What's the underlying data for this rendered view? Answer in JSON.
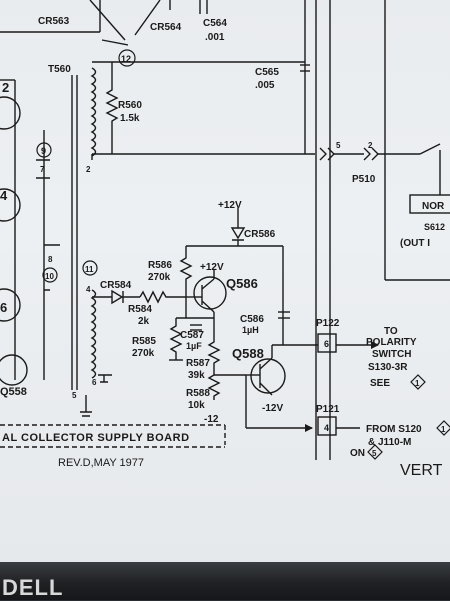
{
  "components": {
    "cr563": "CR563",
    "cr564": "CR564",
    "c564": "C564",
    "c564_value": ".001",
    "node_12": "12",
    "c565": "C565",
    "c565_value": ".005",
    "t560": "T560",
    "r560": "R560",
    "r560_value": "1.5k",
    "t560_pin_2": "2",
    "left_fragment_2": "2",
    "left_fragment_4": "4",
    "left_fragment_6": "6",
    "node_9": "9",
    "pin_7": "7",
    "pin_8": "8",
    "node_10": "10",
    "node_11": "11",
    "pin_4": "4",
    "pin_6": "6",
    "pin_5": "5",
    "cr584": "CR584",
    "r584": "R584",
    "r584_value": "2k",
    "r586": "R586",
    "r586_value": "270k",
    "plus_12v_top": "+12V",
    "cr586": "CR586",
    "plus_12v_q586": "+12V",
    "q586": "Q586",
    "c587": "C587",
    "c587_value": "1µF",
    "r585": "R585",
    "r585_value": "270k",
    "r587": "R587",
    "r587_value": "39k",
    "r588": "R588",
    "r588_value": "10k",
    "minus_12": "-12",
    "c586": "C586",
    "c586_value": "1µH",
    "q588": "Q588",
    "minus_12v": "-12V",
    "q558": "Q558",
    "p122": "P122",
    "p122_pin": "6",
    "p121": "P121",
    "p121_pin": "4",
    "p510": "P510",
    "p510_pin_5": "5",
    "p510_pin_2": "2",
    "s612_partial": "NOR",
    "s612_label": "S612",
    "out_label": "(OUT I"
  },
  "annotations": {
    "to_polarity_1": "TO",
    "to_polarity_2": "POLARITY",
    "to_polarity_3": "SWITCH",
    "to_polarity_4": "S130-3R",
    "see": "SEE",
    "see_ref": "1",
    "from_s120": "FROM S120",
    "from_s120_ref": "1",
    "j110": "& J110-M",
    "on": "ON",
    "on_ref": "5",
    "board_title": "AL COLLECTOR SUPPLY BOARD",
    "revision": "REV.D,MAY 1977",
    "vert": "VERT"
  },
  "monitor": {
    "brand": "DELL"
  },
  "colors": {
    "ink": "#1a1a1a",
    "paper": "#eceff1",
    "bezel": "#1f2124"
  }
}
